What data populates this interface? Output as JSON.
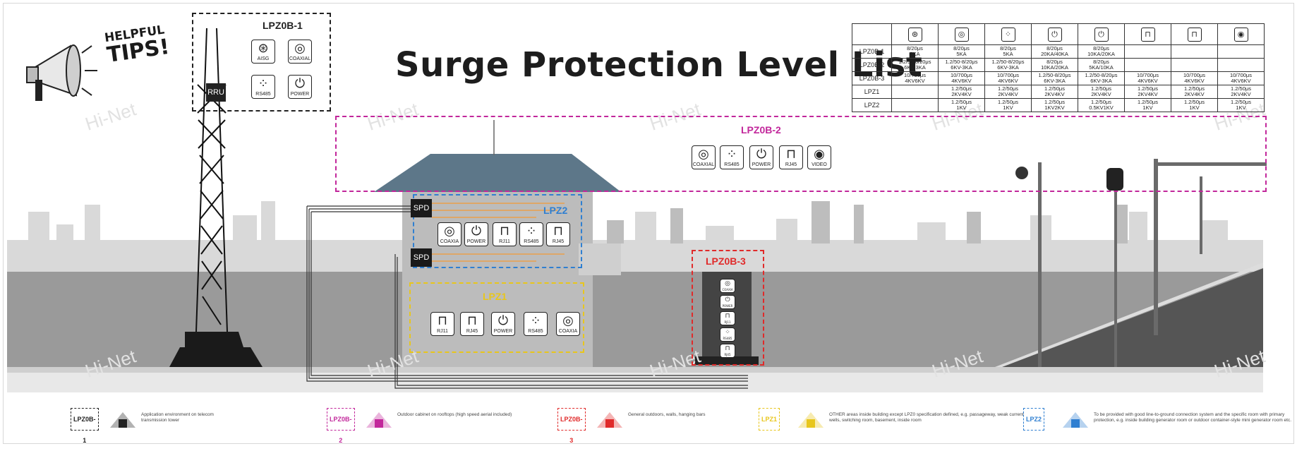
{
  "title": "Surge Protection Level List",
  "watermark": "Hi-Net",
  "tips": {
    "line1": "HELPFUL",
    "line2": "TIPS!"
  },
  "tower": {
    "rru_label": "RRU"
  },
  "zones": {
    "lpz0b1": {
      "label": "LPZ0B-1",
      "color": "#222222",
      "ports": [
        {
          "label": "AISG",
          "icon": "aisg-icon"
        },
        {
          "label": "COAXIAL",
          "icon": "coaxial-icon"
        },
        {
          "label": "RS485",
          "icon": "rs485-icon"
        },
        {
          "label": "POWER",
          "icon": "power-icon"
        }
      ]
    },
    "lpz0b2": {
      "label": "LPZ0B-2",
      "color": "#c2279b",
      "ports": [
        {
          "label": "COAXIAL",
          "icon": "coaxial-icon"
        },
        {
          "label": "RS485",
          "icon": "rs485-icon"
        },
        {
          "label": "POWER",
          "icon": "power-icon"
        },
        {
          "label": "RJ45",
          "icon": "rj45-icon"
        },
        {
          "label": "VIDEO",
          "icon": "video-icon"
        }
      ]
    },
    "lpz0b3": {
      "label": "LPZ0B-3",
      "color": "#e02a2a",
      "ports": [
        {
          "label": "COAXIA",
          "icon": "coaxial-icon"
        },
        {
          "label": "POWER",
          "icon": "power-icon"
        },
        {
          "label": "RJ11",
          "icon": "rj11-icon"
        },
        {
          "label": "RS485",
          "icon": "rs485-icon"
        },
        {
          "label": "RJ45",
          "icon": "rj45-icon"
        }
      ]
    },
    "lpz2": {
      "label": "LPZ2",
      "color": "#2f7fd1",
      "ports": [
        {
          "label": "COAXIA",
          "icon": "coaxial-icon"
        },
        {
          "label": "POWER",
          "icon": "power-icon"
        },
        {
          "label": "RJ11",
          "icon": "rj11-icon"
        },
        {
          "label": "RS485",
          "icon": "rs485-icon"
        },
        {
          "label": "RJ45",
          "icon": "rj45-icon"
        }
      ]
    },
    "lpz1": {
      "label": "LPZ1",
      "color": "#e8c61c",
      "ports": [
        {
          "label": "RJ11",
          "icon": "rj11-icon"
        },
        {
          "label": "RJ45",
          "icon": "rj45-icon"
        },
        {
          "label": "POWER",
          "icon": "power-icon"
        },
        {
          "label": "RS485",
          "icon": "rs485-icon"
        },
        {
          "label": "COAXIA",
          "icon": "coaxial-icon"
        }
      ]
    }
  },
  "spd_label": "SPD",
  "spec_table": {
    "header_icons": [
      "aisg-icon",
      "coaxial-icon",
      "rs485-icon",
      "power-icon",
      "power-icon",
      "rj45-icon",
      "rj11-icon",
      "video-icon"
    ],
    "rows": [
      {
        "label": "LPZ0B-1",
        "cells": [
          "8/20μs 5KA",
          "8/20μs 5KA",
          "8/20μs 5KA",
          "8/20μs 20KA/40KA",
          "8/20μs 10KA/20KA",
          "",
          "",
          ""
        ]
      },
      {
        "label": "LPZ0B-2",
        "cells": [
          "1.2/50-8/20μs 6KV-3KA",
          "1.2/50-8/20μs 6KV-3KA",
          "1.2/50-8/20μs 6KV-3KA",
          "8/20μs 10KA/20KA",
          "8/20μs 5KA/10KA",
          "",
          "",
          ""
        ]
      },
      {
        "label": "LPZ0B-3",
        "cells": [
          "10/700μs 4KV6KV",
          "10/700μs 4KV6KV",
          "10/700μs 4KV6KV",
          "1.2/50-8/20μs 6KV-3KA",
          "1.2/50-8/20μs 6KV-3KA",
          "10/700μs 4KV6KV",
          "10/700μs 4KV6KV",
          "10/700μs 4KV6KV"
        ]
      },
      {
        "label": "LPZ1",
        "cells": [
          "",
          "1.2/50μs 2KV4KV",
          "1.2/50μs 2KV4KV",
          "1.2/50μs 2KV4KV",
          "1.2/50μs 2KV4KV",
          "1.2/50μs 2KV4KV",
          "1.2/50μs 2KV4KV",
          "1.2/50μs 2KV4KV"
        ]
      },
      {
        "label": "LPZ2",
        "cells": [
          "",
          "1.2/50μs 1KV",
          "1.2/50μs 1KV",
          "1.2/50μs 1KV2KV",
          "1.2/50μs 0.5KV1KV",
          "1.2/50μs 1KV",
          "1.2/50μs 1KV",
          "1.2/50μs 1KV"
        ]
      }
    ]
  },
  "legend": [
    {
      "label": "LPZ0B-1",
      "color": "#222222",
      "text": "Application environment on telecom transmission tower"
    },
    {
      "label": "LPZ0B-2",
      "color": "#c2279b",
      "text": "Outdoor cabinet on rooftops (high speed aerial included)"
    },
    {
      "label": "LPZ0B-3",
      "color": "#e02a2a",
      "text": "General outdoors, walls, hanging bars"
    },
    {
      "label": "LPZ1",
      "color": "#e8c61c",
      "text": "OTHER areas inside building except LPZ0 specification defined, e.g. passageway, weak current wells, switching room, basement, inside room"
    },
    {
      "label": "LPZ2",
      "color": "#2f7fd1",
      "text": "To be provided with good line-to-ground connection system and the specific room with primary protection, e.g. inside building generator room or outdoor container-style mini generator room etc."
    }
  ]
}
